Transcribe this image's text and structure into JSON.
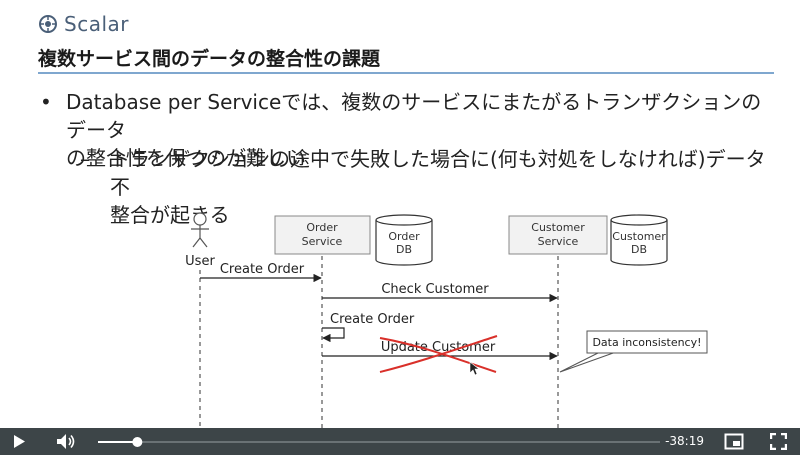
{
  "logo": {
    "text": "Scalar"
  },
  "slide": {
    "title": "複数サービス間のデータの整合性の課題",
    "bullet": {
      "marker": "•",
      "line1": "Database per Serviceでは、複数のサービスにまたがるトランザクションのデータ",
      "line2": "の整合性を保つのが難しい"
    },
    "sub_bullet": {
      "marker": "–",
      "line1": "トランザクションの途中で失敗した場合に(何も対処をしなければ)データ不",
      "line2": "整合が起きる"
    }
  },
  "diagram": {
    "user_label": "User",
    "order_service": {
      "line1": "Order",
      "line2": "Service"
    },
    "order_db": {
      "line1": "Order",
      "line2": "DB"
    },
    "customer_service": {
      "line1": "Customer",
      "line2": "Service"
    },
    "customer_db": {
      "line1": "Customer",
      "line2": "DB"
    },
    "messages": {
      "create_order_1": "Create Order",
      "check_customer": "Check Customer",
      "create_order_2": "Create Order",
      "update_customer": "Update Customer"
    },
    "callout": "Data inconsistency!"
  },
  "player": {
    "time_remaining": "-38:19",
    "progress": 0.07,
    "icons": {
      "play": "play-icon",
      "volume": "volume-icon",
      "pip": "picture-in-picture-icon",
      "fullscreen": "fullscreen-icon"
    }
  },
  "colors": {
    "title_rule": "#7fa7cf",
    "cross": "#d9302a",
    "player_bg": "#3d4548"
  }
}
